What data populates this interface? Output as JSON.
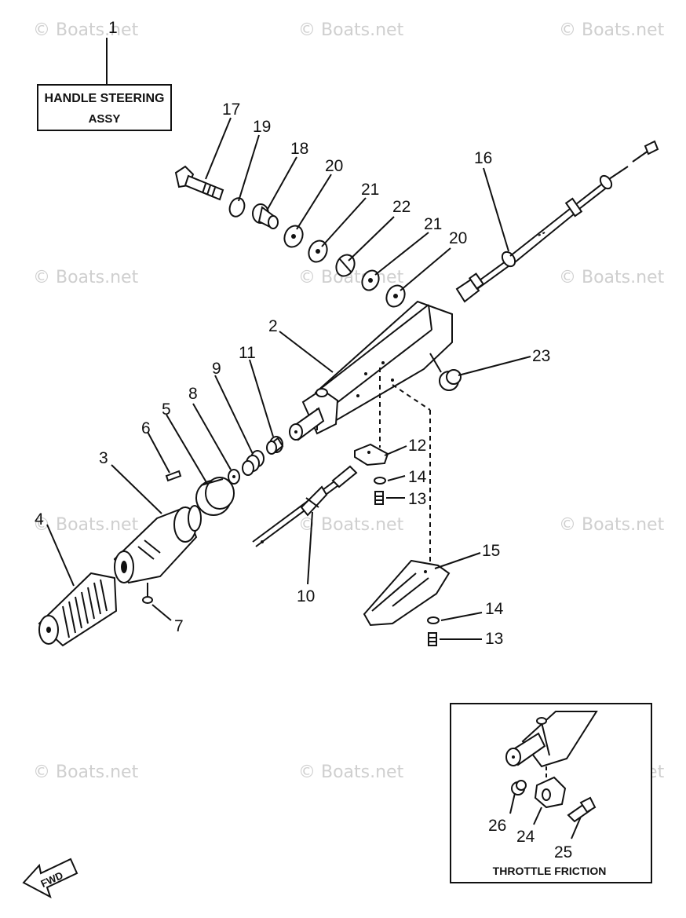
{
  "watermark": "© Boats.net",
  "title_box": {
    "line1": "HANDLE STEERING",
    "line2": "ASSY"
  },
  "inset_title": "THROTTLE FRICTION",
  "fwd_label": "FWD",
  "callouts": {
    "c1": "1",
    "c2": "2",
    "c3": "3",
    "c4": "4",
    "c5": "5",
    "c6": "6",
    "c7": "7",
    "c8": "8",
    "c9": "9",
    "c10": "10",
    "c11": "11",
    "c12": "12",
    "c13a": "13",
    "c13b": "13",
    "c14a": "14",
    "c14b": "14",
    "c15": "15",
    "c16": "16",
    "c17": "17",
    "c18": "18",
    "c19": "19",
    "c20a": "20",
    "c20b": "20",
    "c21a": "21",
    "c21b": "21",
    "c22": "22",
    "c23": "23",
    "c24": "24",
    "c25": "25",
    "c26": "26"
  }
}
